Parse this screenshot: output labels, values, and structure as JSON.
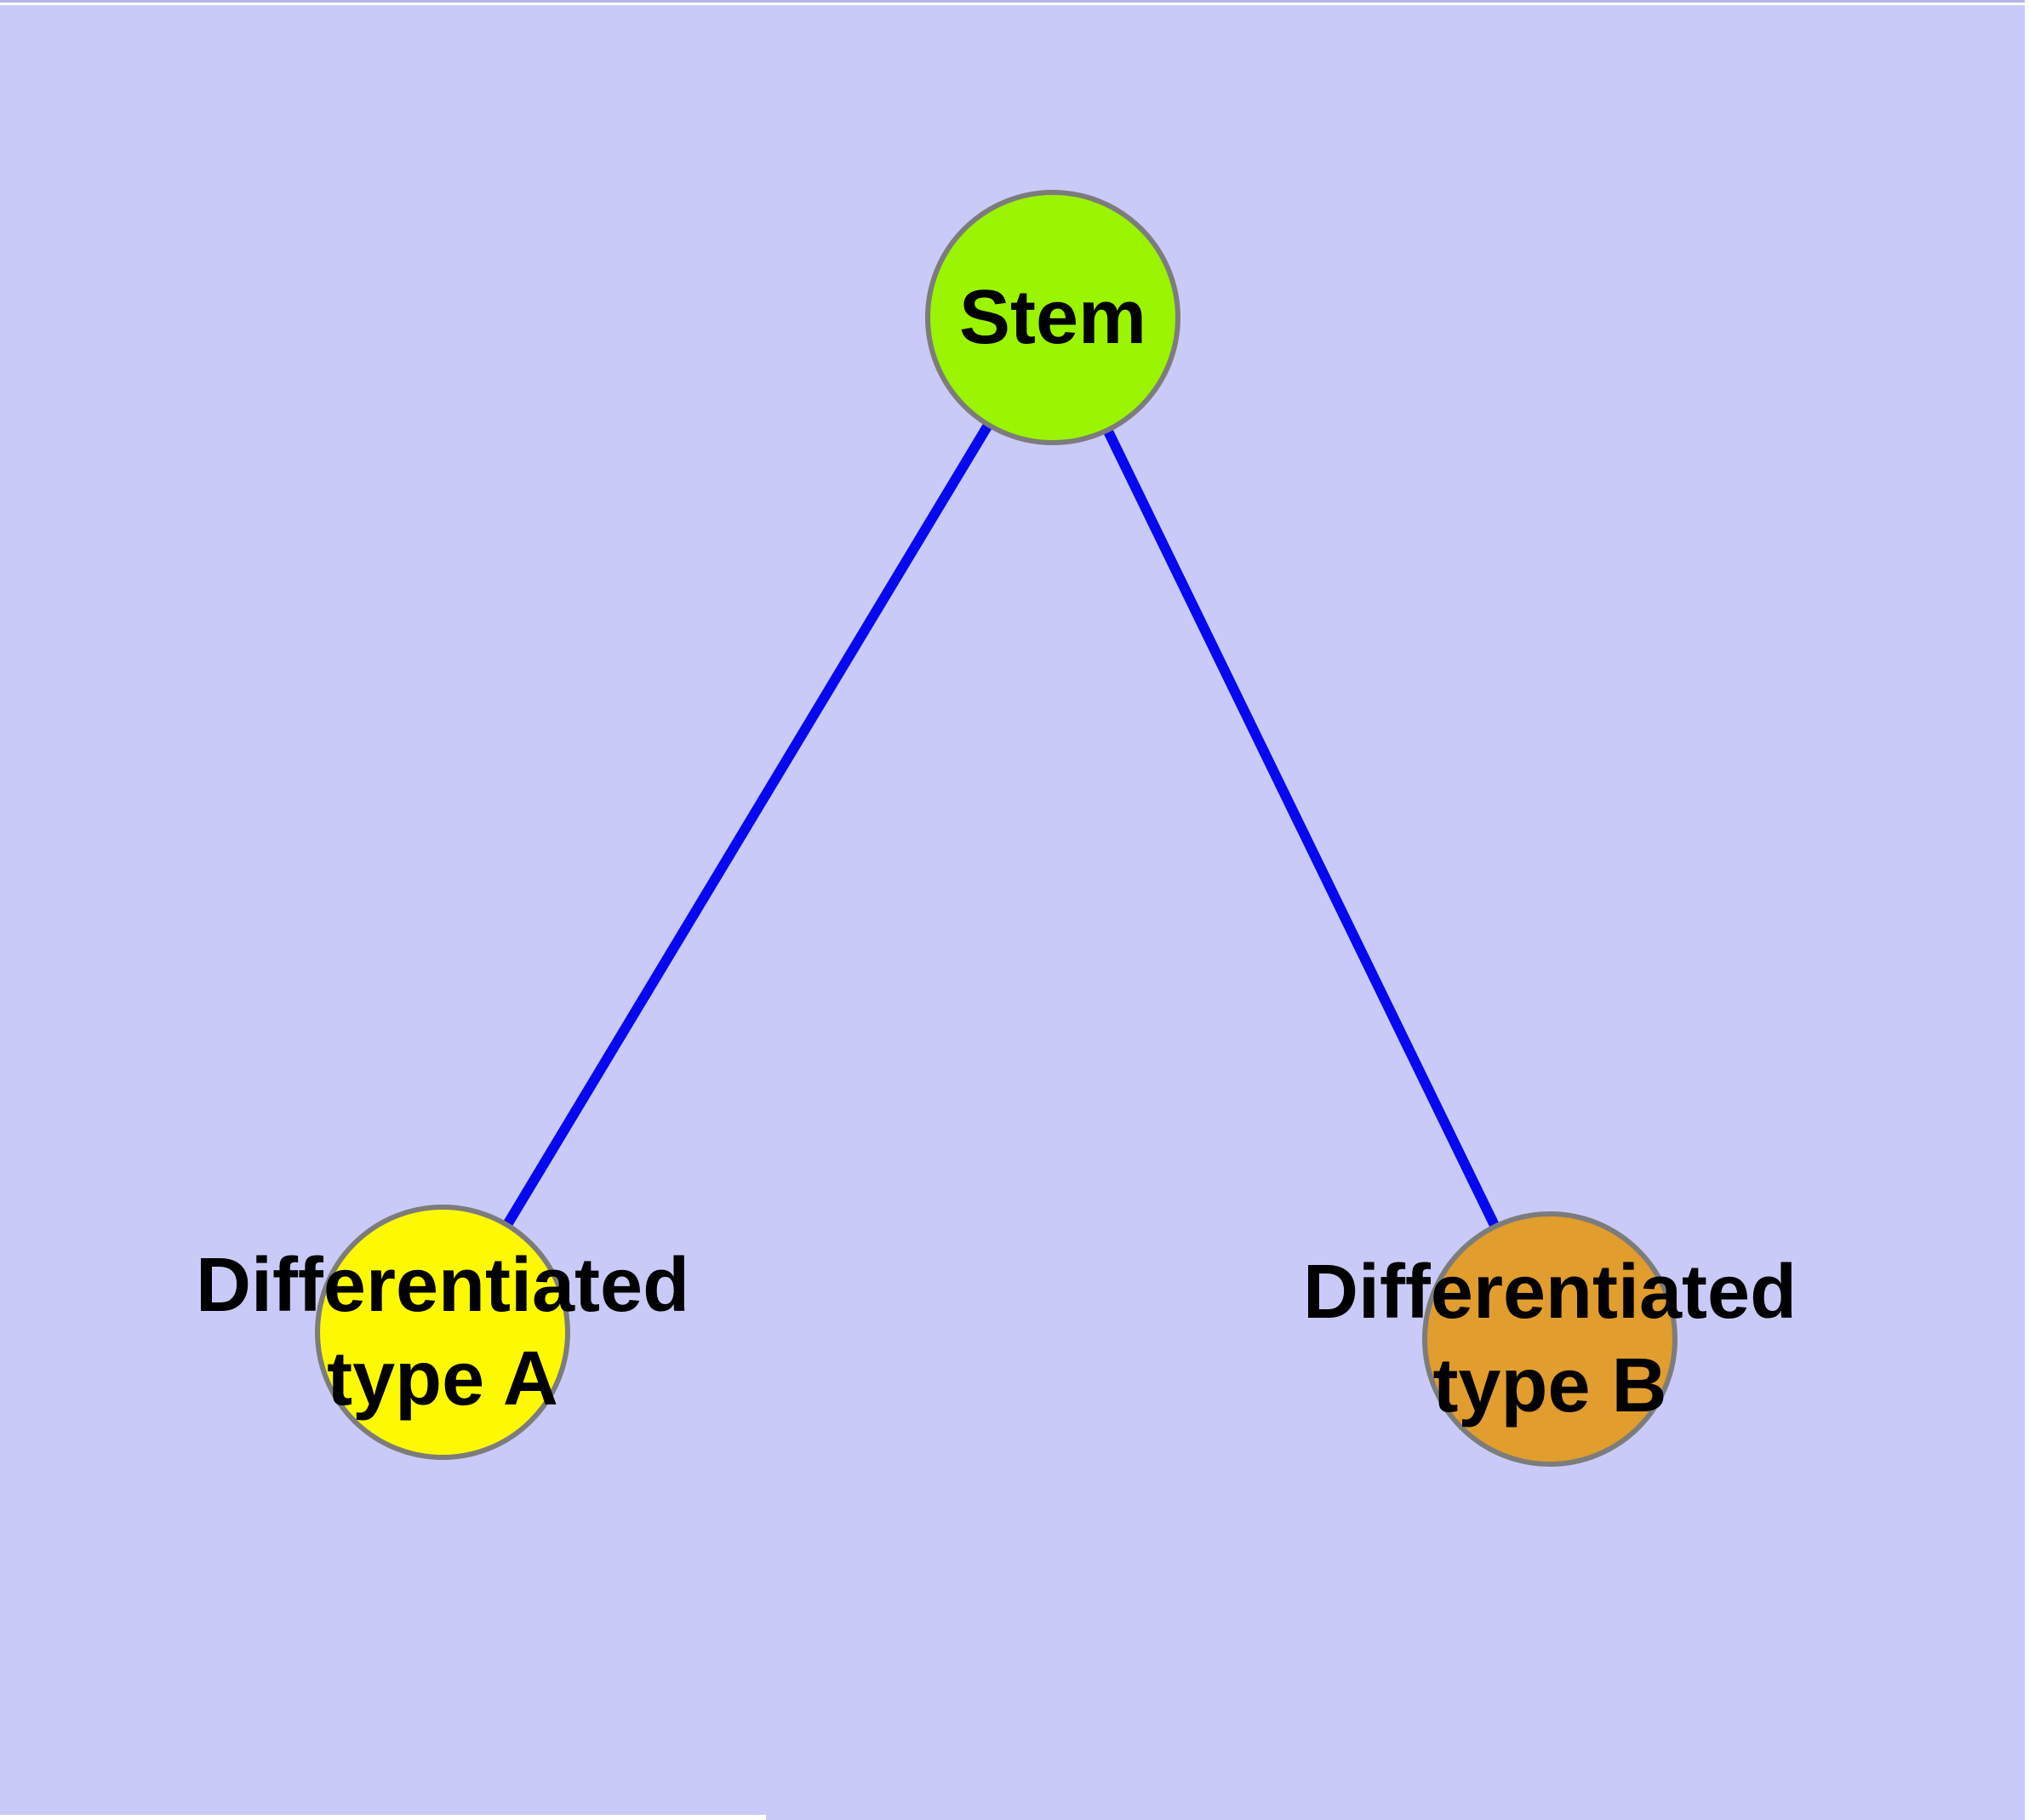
{
  "diagram": {
    "type": "node-link-graph",
    "background_color": "#cacaf8",
    "edge_color": "#0808f0",
    "node_border_color": "#7c7c7c",
    "text_color": "#000000",
    "nodes": [
      {
        "id": "stem",
        "label": "Stem",
        "fill": "#9bf400"
      },
      {
        "id": "type-a",
        "label_line1": "Differentiated",
        "label_line2": "type A",
        "fill": "#fdf900"
      },
      {
        "id": "type-b",
        "label_line1": "Differentiated",
        "label_line2": "type B",
        "fill": "#e19d2d"
      }
    ],
    "edges": [
      {
        "from": "Stem",
        "to": "Differentiated type A",
        "color": "#0808f0"
      },
      {
        "from": "Stem",
        "to": "Differentiated type B",
        "color": "#0808f0"
      }
    ]
  }
}
